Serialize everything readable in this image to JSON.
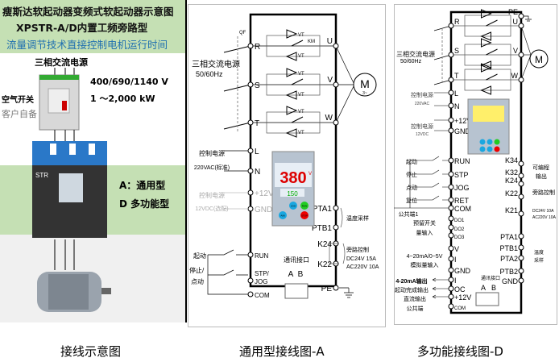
{
  "left": {
    "title1": "瘦斯达软起动器变频式软起动器示意图",
    "title2": "XPSTR-A/D内置工频旁路型",
    "title3": "流量调节技术直接控制电机运行时间",
    "power_label": "三相交流电源",
    "voltage": "400/690/1140 V",
    "power_range": "1 ～2,000 kW",
    "breaker_label": "空气开关",
    "breaker_note": "客户自备",
    "type_a": "A：通用型",
    "type_d": "D 多功能型",
    "starter_brand": "STR"
  },
  "diagram_a": {
    "source": "三相交流电源",
    "freq": "50/60Hz",
    "qf": "QF",
    "km": "KM",
    "vt": "VT",
    "motor": "M",
    "motor_sub": "3~",
    "left_terms": [
      "R",
      "S",
      "T",
      "L",
      "N",
      "+12V",
      "GND",
      "RUN",
      "STP/",
      "JOG",
      "COM"
    ],
    "right_terms": [
      "U",
      "V",
      "W",
      "PTA1",
      "PTB1",
      "K24",
      "K22",
      "PE"
    ],
    "notes": {
      "ctrl_power": "控制电源",
      "ctrl_220": "220VAC(标准)",
      "ctrl_power2": "控制电源",
      "ctrl_12": "12VDC(选配)",
      "start": "起动",
      "stop": "停止/",
      "jog": "点动",
      "temp": "温度采样",
      "bypass": "旁路控制",
      "dc": "DC24V 15A",
      "ac": "AC220V 10A",
      "comm": "通讯接口",
      "a": "A",
      "b": "B"
    },
    "display": {
      "value": "380",
      "unit": "V",
      "sub": "150",
      "btn1": "JOG",
      "btn2": "RUN",
      "btn3": "A/M",
      "btn4": "STOP"
    }
  },
  "diagram_d": {
    "source": "三相交流电源",
    "freq": "50/60Hz",
    "motor": "M",
    "left_terms": [
      "R",
      "S",
      "T",
      "L",
      "N",
      "+12V",
      "GND",
      "RUN",
      "STP",
      "JOG",
      "RET",
      "COM",
      "DO1",
      "DO2",
      "DO3",
      "V",
      "I",
      "GND",
      "I",
      "OC",
      "+12V",
      "COM"
    ],
    "right_terms": [
      "PE",
      "U",
      "V",
      "W",
      "K34",
      "K32",
      "K24",
      "K22",
      "K21",
      "PTA1",
      "PTB1",
      "PTA2",
      "PTB2",
      "GND"
    ],
    "notes": {
      "ctrl1": "控制电源",
      "ctrl1b": "220VAC",
      "ctrl2": "控制电源",
      "ctrl2b": "12VDC",
      "start": "起动",
      "stop": "停止",
      "jog": "点动",
      "reset": "复位",
      "common1": "公共端1",
      "reserve": "预留开关",
      "reserve2": "量输入",
      "analog": "4~20mA/0~5V",
      "analog2": "模拟量输入",
      "out1": "4-20mA输出",
      "out2": "起动完成输出",
      "out3": "直流输出",
      "out4": "公共端",
      "prog": "可编程",
      "prog2": "输出",
      "bypass": "旁路控制",
      "dc": "DC24V 10A",
      "ac": "AC220V 10A",
      "temp": "温度",
      "temp2": "采样",
      "comm": "通讯接口",
      "a": "A",
      "b": "B"
    }
  },
  "captions": [
    "接线示意图",
    "通用型接线图-A",
    "多功能接线图-D"
  ]
}
